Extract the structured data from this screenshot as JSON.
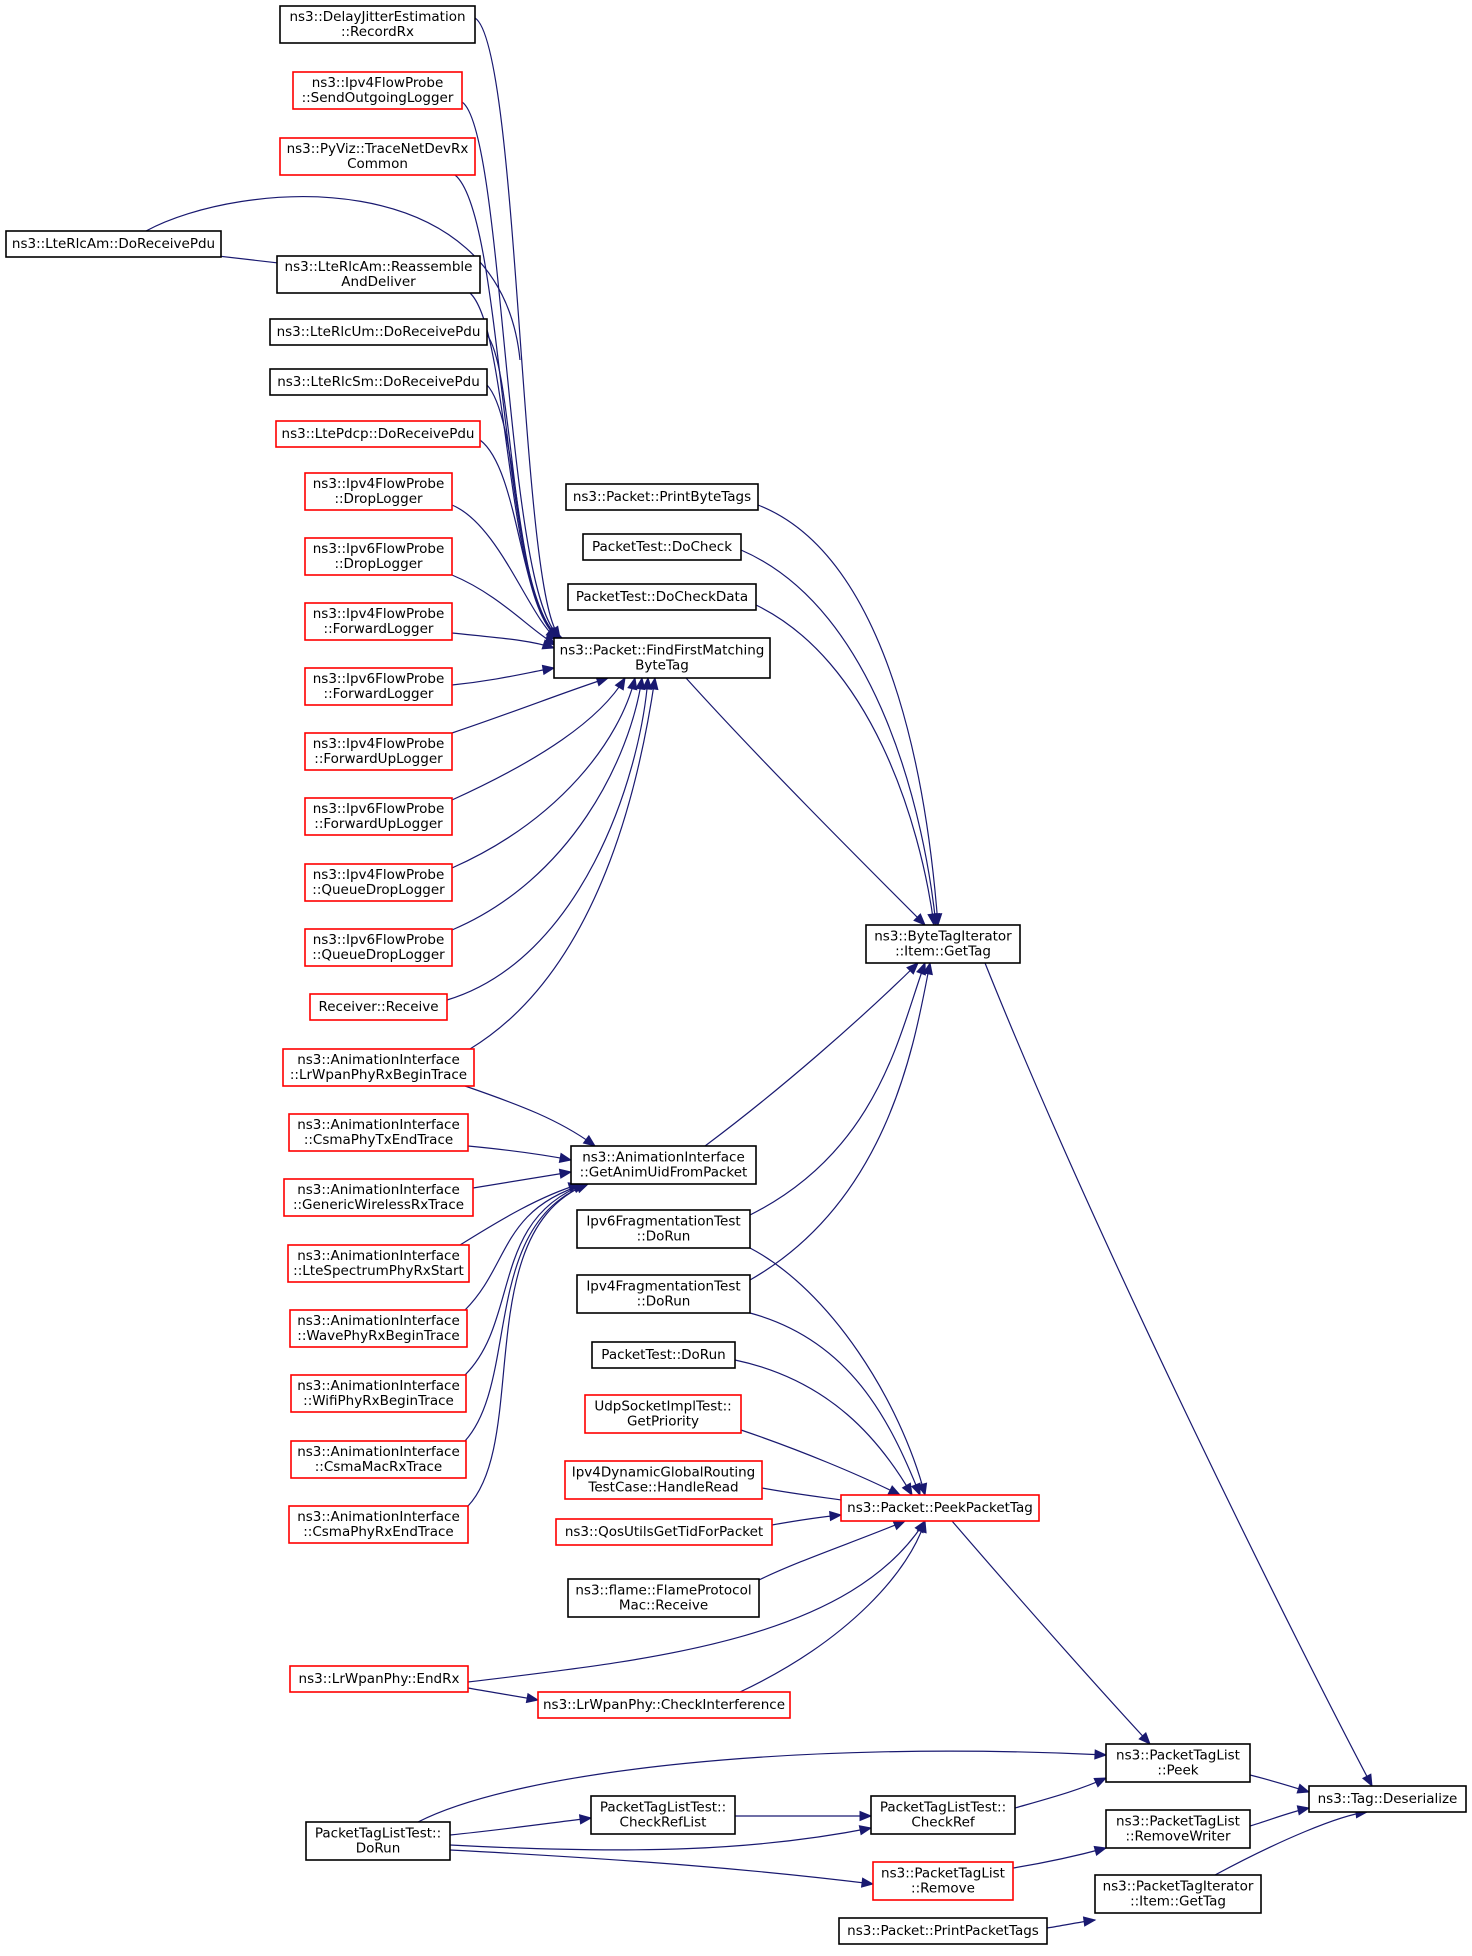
{
  "colors": {
    "edge": "#191970",
    "border_default": "#000000",
    "border_red": "#ff0000",
    "root_fill": "#bfbfbf"
  },
  "nodes": [
    {
      "id": "n0",
      "lines": [
        "ns3::DelayJitterEstimation",
        "::RecordRx"
      ],
      "color": "black"
    },
    {
      "id": "n1",
      "lines": [
        "ns3::Ipv4FlowProbe",
        "::SendOutgoingLogger"
      ],
      "color": "red"
    },
    {
      "id": "n2",
      "lines": [
        "ns3::PyViz::TraceNetDevRx",
        "Common"
      ],
      "color": "red"
    },
    {
      "id": "n3",
      "lines": [
        "ns3::LteRlcAm::DoReceivePdu"
      ],
      "color": "black"
    },
    {
      "id": "n4",
      "lines": [
        "ns3::LteRlcAm::Reassemble",
        "AndDeliver"
      ],
      "color": "black"
    },
    {
      "id": "n5",
      "lines": [
        "ns3::LteRlcUm::DoReceivePdu"
      ],
      "color": "black"
    },
    {
      "id": "n6",
      "lines": [
        "ns3::LteRlcSm::DoReceivePdu"
      ],
      "color": "black"
    },
    {
      "id": "n7",
      "lines": [
        "ns3::LtePdcp::DoReceivePdu"
      ],
      "color": "red"
    },
    {
      "id": "n8",
      "lines": [
        "ns3::Ipv4FlowProbe",
        "::DropLogger"
      ],
      "color": "red"
    },
    {
      "id": "n9",
      "lines": [
        "ns3::Ipv6FlowProbe",
        "::DropLogger"
      ],
      "color": "red"
    },
    {
      "id": "n10",
      "lines": [
        "ns3::Ipv4FlowProbe",
        "::ForwardLogger"
      ],
      "color": "red"
    },
    {
      "id": "n11",
      "lines": [
        "ns3::Ipv6FlowProbe",
        "::ForwardLogger"
      ],
      "color": "red"
    },
    {
      "id": "n12",
      "lines": [
        "ns3::Ipv4FlowProbe",
        "::ForwardUpLogger"
      ],
      "color": "red"
    },
    {
      "id": "n13",
      "lines": [
        "ns3::Ipv6FlowProbe",
        "::ForwardUpLogger"
      ],
      "color": "red"
    },
    {
      "id": "n14",
      "lines": [
        "ns3::Ipv4FlowProbe",
        "::QueueDropLogger"
      ],
      "color": "red"
    },
    {
      "id": "n15",
      "lines": [
        "ns3::Ipv6FlowProbe",
        "::QueueDropLogger"
      ],
      "color": "red"
    },
    {
      "id": "n16",
      "lines": [
        "Receiver::Receive"
      ],
      "color": "red"
    },
    {
      "id": "n17",
      "lines": [
        "ns3::AnimationInterface",
        "::LrWpanPhyRxBeginTrace"
      ],
      "color": "red"
    },
    {
      "id": "n18",
      "lines": [
        "ns3::AnimationInterface",
        "::CsmaPhyTxEndTrace"
      ],
      "color": "red"
    },
    {
      "id": "n19",
      "lines": [
        "ns3::AnimationInterface",
        "::GenericWirelessRxTrace"
      ],
      "color": "red"
    },
    {
      "id": "n20",
      "lines": [
        "ns3::AnimationInterface",
        "::LteSpectrumPhyRxStart"
      ],
      "color": "red"
    },
    {
      "id": "n21",
      "lines": [
        "ns3::AnimationInterface",
        "::WavePhyRxBeginTrace"
      ],
      "color": "red"
    },
    {
      "id": "n22",
      "lines": [
        "ns3::AnimationInterface",
        "::WifiPhyRxBeginTrace"
      ],
      "color": "red"
    },
    {
      "id": "n23",
      "lines": [
        "ns3::AnimationInterface",
        "::CsmaMacRxTrace"
      ],
      "color": "red"
    },
    {
      "id": "n24",
      "lines": [
        "ns3::AnimationInterface",
        "::CsmaPhyRxEndTrace"
      ],
      "color": "red"
    },
    {
      "id": "n25",
      "lines": [
        "ns3::Packet::PrintByteTags"
      ],
      "color": "black"
    },
    {
      "id": "n26",
      "lines": [
        "PacketTest::DoCheck"
      ],
      "color": "black"
    },
    {
      "id": "n27",
      "lines": [
        "PacketTest::DoCheckData"
      ],
      "color": "black"
    },
    {
      "id": "n28",
      "lines": [
        "ns3::Packet::FindFirstMatching",
        "ByteTag"
      ],
      "color": "black"
    },
    {
      "id": "n29",
      "lines": [
        "ns3::AnimationInterface",
        "::GetAnimUidFromPacket"
      ],
      "color": "black"
    },
    {
      "id": "n30",
      "lines": [
        "Ipv6FragmentationTest",
        "::DoRun"
      ],
      "color": "black"
    },
    {
      "id": "n31",
      "lines": [
        "Ipv4FragmentationTest",
        "::DoRun"
      ],
      "color": "black"
    },
    {
      "id": "n32",
      "lines": [
        "PacketTest::DoRun"
      ],
      "color": "black"
    },
    {
      "id": "n33",
      "lines": [
        "UdpSocketImplTest::",
        "GetPriority"
      ],
      "color": "red"
    },
    {
      "id": "n34",
      "lines": [
        "Ipv4DynamicGlobalRouting",
        "TestCase::HandleRead"
      ],
      "color": "red"
    },
    {
      "id": "n35",
      "lines": [
        "ns3::QosUtilsGetTidForPacket"
      ],
      "color": "red"
    },
    {
      "id": "n36",
      "lines": [
        "ns3::flame::FlameProtocol",
        "Mac::Receive"
      ],
      "color": "black"
    },
    {
      "id": "n37",
      "lines": [
        "ns3::LrWpanPhy::EndRx"
      ],
      "color": "red"
    },
    {
      "id": "n38",
      "lines": [
        "ns3::LrWpanPhy::CheckInterference"
      ],
      "color": "red"
    },
    {
      "id": "n39",
      "lines": [
        "ns3::ByteTagIterator",
        "::Item::GetTag"
      ],
      "color": "black"
    },
    {
      "id": "n40",
      "lines": [
        "ns3::Packet::PeekPacketTag"
      ],
      "color": "red"
    },
    {
      "id": "n41",
      "lines": [
        "PacketTagListTest::",
        "DoRun"
      ],
      "color": "black"
    },
    {
      "id": "n42",
      "lines": [
        "PacketTagListTest::",
        "CheckRefList"
      ],
      "color": "black"
    },
    {
      "id": "n43",
      "lines": [
        "PacketTagListTest::",
        "CheckRef"
      ],
      "color": "black"
    },
    {
      "id": "n44",
      "lines": [
        "ns3::PacketTagList",
        "::Remove"
      ],
      "color": "red"
    },
    {
      "id": "n45",
      "lines": [
        "ns3::PacketTagList",
        "::Peek"
      ],
      "color": "black"
    },
    {
      "id": "n46",
      "lines": [
        "ns3::PacketTagList",
        "::RemoveWriter"
      ],
      "color": "black"
    },
    {
      "id": "n47",
      "lines": [
        "ns3::Packet::PrintPacketTags"
      ],
      "color": "black"
    },
    {
      "id": "n48",
      "lines": [
        "ns3::PacketTagIterator",
        "::Item::GetTag"
      ],
      "color": "black"
    },
    {
      "id": "n49",
      "lines": [
        "ns3::Tag::Deserialize"
      ],
      "color": "root"
    }
  ],
  "edges": [
    [
      "n0",
      "n28"
    ],
    [
      "n1",
      "n28"
    ],
    [
      "n2",
      "n28"
    ],
    [
      "n3",
      "n28"
    ],
    [
      "n3",
      "n4"
    ],
    [
      "n4",
      "n28"
    ],
    [
      "n5",
      "n28"
    ],
    [
      "n6",
      "n28"
    ],
    [
      "n7",
      "n28"
    ],
    [
      "n8",
      "n28"
    ],
    [
      "n9",
      "n28"
    ],
    [
      "n10",
      "n28"
    ],
    [
      "n11",
      "n28"
    ],
    [
      "n12",
      "n28"
    ],
    [
      "n13",
      "n28"
    ],
    [
      "n14",
      "n28"
    ],
    [
      "n15",
      "n28"
    ],
    [
      "n16",
      "n28"
    ],
    [
      "n17",
      "n28"
    ],
    [
      "n17",
      "n29"
    ],
    [
      "n18",
      "n29"
    ],
    [
      "n19",
      "n29"
    ],
    [
      "n20",
      "n29"
    ],
    [
      "n21",
      "n29"
    ],
    [
      "n22",
      "n29"
    ],
    [
      "n23",
      "n29"
    ],
    [
      "n24",
      "n29"
    ],
    [
      "n25",
      "n39"
    ],
    [
      "n26",
      "n39"
    ],
    [
      "n27",
      "n39"
    ],
    [
      "n28",
      "n39"
    ],
    [
      "n29",
      "n39"
    ],
    [
      "n30",
      "n39"
    ],
    [
      "n31",
      "n39"
    ],
    [
      "n30",
      "n40"
    ],
    [
      "n31",
      "n40"
    ],
    [
      "n32",
      "n40"
    ],
    [
      "n33",
      "n40"
    ],
    [
      "n34",
      "n40"
    ],
    [
      "n35",
      "n40"
    ],
    [
      "n36",
      "n40"
    ],
    [
      "n37",
      "n40"
    ],
    [
      "n38",
      "n40"
    ],
    [
      "n37",
      "n38"
    ],
    [
      "n40",
      "n45"
    ],
    [
      "n41",
      "n45"
    ],
    [
      "n41",
      "n42"
    ],
    [
      "n42",
      "n43"
    ],
    [
      "n41",
      "n43"
    ],
    [
      "n43",
      "n45"
    ],
    [
      "n41",
      "n44"
    ],
    [
      "n44",
      "n46"
    ],
    [
      "n47",
      "n48"
    ],
    [
      "n39",
      "n49"
    ],
    [
      "n45",
      "n49"
    ],
    [
      "n46",
      "n49"
    ],
    [
      "n48",
      "n49"
    ]
  ]
}
